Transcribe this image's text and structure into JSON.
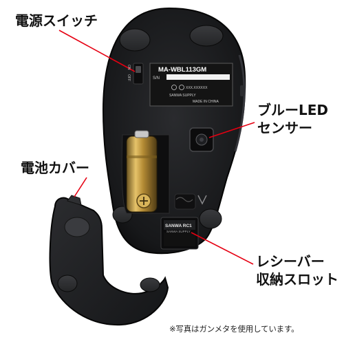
{
  "callouts": {
    "power_switch": "電源スイッチ",
    "battery_cover": "電池カバー",
    "sensor_line1": "ブルーLED",
    "sensor_line2": "センサー",
    "receiver_line1": "レシーバー",
    "receiver_line2": "収納スロット"
  },
  "footnote": "※写真はガンメタを使用しています。",
  "device_label": {
    "model": "MA-WBL113GM",
    "serial_prefix": "S/N",
    "serial_code": "XXX.XXXXXX",
    "brand": "SANWA SUPPLY",
    "origin": "MADE IN CHINA",
    "switch_on": "ON",
    "switch_off": "OFF"
  },
  "receiver_slot": {
    "name": "SANWA RC1",
    "brand": "SANWA SUPPLY"
  },
  "colors": {
    "callout_line": "#e60012",
    "device_body": "#1b1c1e",
    "label_sticker": "#141414",
    "battery_gold": "#c9a24a"
  }
}
